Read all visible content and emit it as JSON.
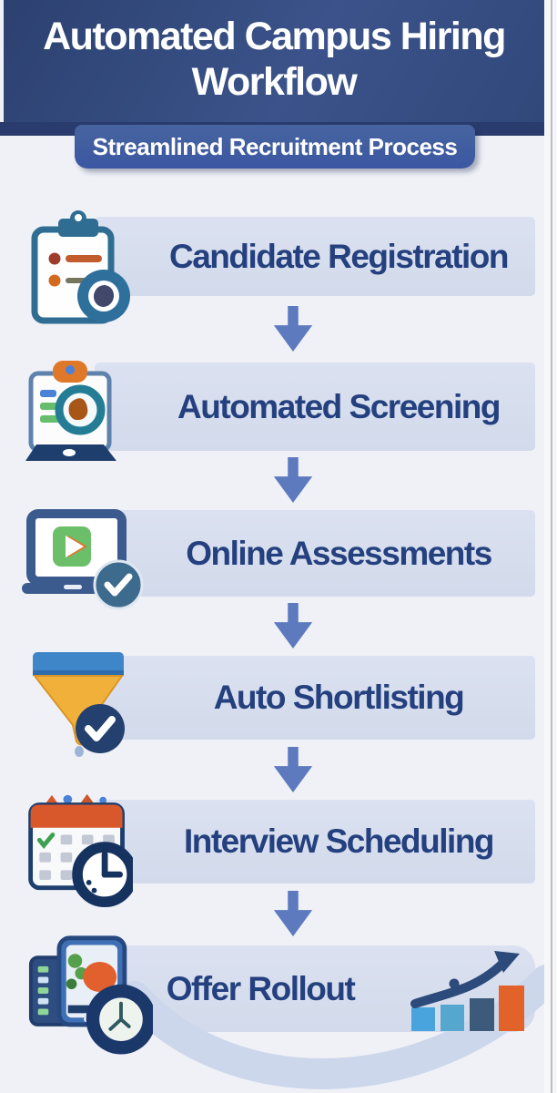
{
  "title": {
    "line1": "Automated Campus Hiring",
    "line2": "Workflow"
  },
  "subtitle": "Streamlined Recruitment Process",
  "steps": [
    {
      "label": "Candidate Registration",
      "icon": "clipboard-checklist-icon"
    },
    {
      "label": "Automated Screening",
      "icon": "document-magnifier-icon"
    },
    {
      "label": "Online Assessments",
      "icon": "laptop-play-check-icon"
    },
    {
      "label": "Auto Shortlisting",
      "icon": "funnel-check-icon"
    },
    {
      "label": "Interview Scheduling",
      "icon": "calendar-clock-icon"
    },
    {
      "label": "Offer Rollout",
      "icon": "monitor-clock-icon"
    }
  ],
  "decor": {
    "growth_chart_icon": "growth-chart-icon",
    "down_arrow_icon": "down-arrow-icon",
    "swoosh": "swoosh-arc"
  },
  "colors": {
    "header_bg": "#35508a",
    "strip_bg": "#2a3c6e",
    "pill_bg": "#3f5ba3",
    "page_bg": "#eff1f7",
    "bar_bg": "#d6ddee",
    "label_text": "#24407e",
    "arrow": "#5d7bc0",
    "arc": "#cdd7eb",
    "chart_bars": [
      "#49a4dd",
      "#55a7cf",
      "#3e5a7b",
      "#e2622a"
    ]
  }
}
